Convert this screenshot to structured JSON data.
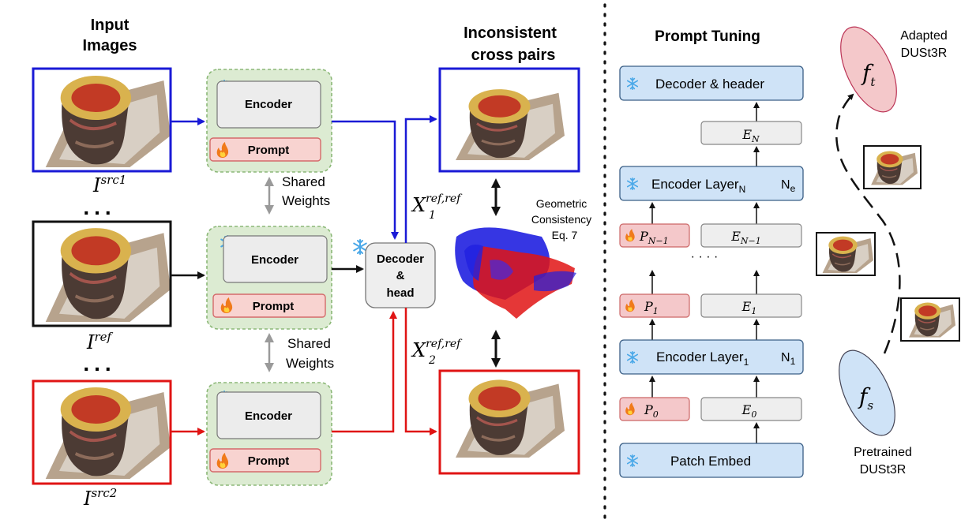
{
  "left": {
    "input_title_line1": "Input",
    "input_title_line2": "Images",
    "labels": {
      "src1_base": "I",
      "src1_sup": "src1",
      "ref_base": "I",
      "ref_sup": "ref",
      "src2_base": "I",
      "src2_sup": "src2"
    },
    "dots": "...",
    "encoder_label": "Encoder",
    "prompt_label": "Prompt",
    "shared_line1": "Shared",
    "shared_line2": "Weights",
    "decoder_line1": "Decoder",
    "decoder_line2": "&",
    "decoder_line3": "head",
    "inconsistent_line1": "Inconsistent",
    "inconsistent_line2": "cross pairs",
    "x1_base": "X",
    "x1_sub": "1",
    "x1_sup": "ref,ref",
    "x2_base": "X",
    "x2_sub": "2",
    "x2_sup": "ref,ref",
    "geo_line1": "Geometric",
    "geo_line2": "Consistency",
    "geo_line3": "Eq. 7"
  },
  "prompt_tuning": {
    "title": "Prompt Tuning",
    "decoder_header": "Decoder & header",
    "encoder_layer_n_text": "Encoder Layer",
    "encoder_layer_n_sub": "N",
    "encoder_layer_n_tag": "N",
    "encoder_layer_n_tag_sub": "e",
    "encoder_layer_1_text": "Encoder Layer",
    "encoder_layer_1_sub": "1",
    "encoder_layer_1_tag": "N",
    "encoder_layer_1_tag_sub": "1",
    "patch_embed": "Patch Embed",
    "en_base": "E",
    "en_sub": "N",
    "en1_base": "E",
    "en1_sub": "N−1",
    "pn1_base": "P",
    "pn1_sub": "N−1",
    "p1_base": "P",
    "p1_sub": "1",
    "e1_base": "E",
    "e1_sub": "1",
    "p0_base": "P",
    "p0_sub": "0",
    "e0_base": "E",
    "e0_sub": "0",
    "ellipsis": "· · · ·"
  },
  "adaptation": {
    "adapted_line1": "Adapted",
    "adapted_line2": "DUSt3R",
    "ft_base": "f",
    "ft_sub": "t",
    "fs_base": "f",
    "fs_sub": "s",
    "pretrained_line1": "Pretrained",
    "pretrained_line2": "DUSt3R"
  },
  "colors": {
    "blue": "#1a1ad6",
    "red": "#e01414",
    "black": "#111111",
    "green_fill": "#dcebd2",
    "green_border": "#8cb878",
    "prompt_fill": "#f8d3d0",
    "prompt_border": "#d46a6a",
    "encoder_fill": "#ececec",
    "tuning_blue_fill": "#cfe3f7",
    "tuning_blue_border": "#3b5f86",
    "gray_fill": "#eeeeee",
    "pink_fill": "#f4c8ca",
    "snow": "#4aa8e8",
    "flame": "#f07a1a"
  },
  "icons": [
    "snowflake-icon",
    "flame-icon"
  ]
}
